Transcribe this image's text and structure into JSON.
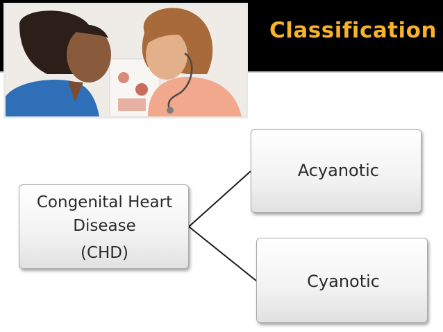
{
  "slide": {
    "title": "Classification"
  },
  "photo": {
    "description_icon": "doctor-with-child-photo"
  },
  "diagram": {
    "root": {
      "label": "Congenital Heart Disease",
      "abbreviation": "(CHD)"
    },
    "children": [
      {
        "label": "Acyanotic"
      },
      {
        "label": "Cyanotic"
      }
    ]
  },
  "colors": {
    "header_background": "#000000",
    "title_color": "#f6b22b",
    "box_border": "#a9a9a9",
    "text": "#2a2a2a"
  }
}
